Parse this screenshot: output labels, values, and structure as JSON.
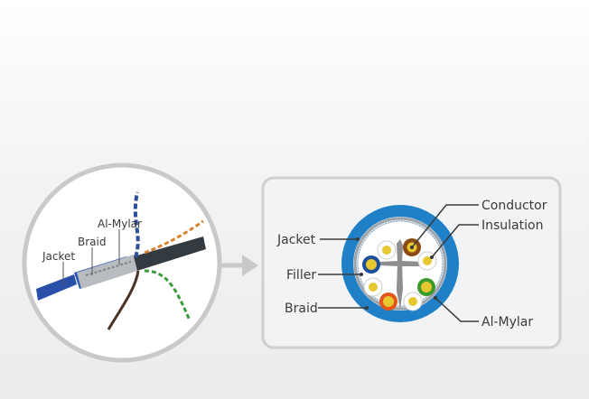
{
  "cable_photo": {
    "labels": {
      "jacket": "Jacket",
      "braid": "Braid",
      "al_mylar": "Al-Mylar"
    }
  },
  "cross_section": {
    "labels": {
      "conductor": "Conductor",
      "insulation": "Insulation",
      "jacket": "Jacket",
      "filler": "Filler",
      "braid": "Braid",
      "al_mylar": "Al-Mylar"
    }
  },
  "colors": {
    "jacket_blue": "#1f80c8",
    "pair_blue": "#1c4f9c",
    "pair_brown": "#8a4a12",
    "pair_green": "#3c9a2c",
    "pair_orange": "#e2561c",
    "conductor": "#e8c830"
  }
}
